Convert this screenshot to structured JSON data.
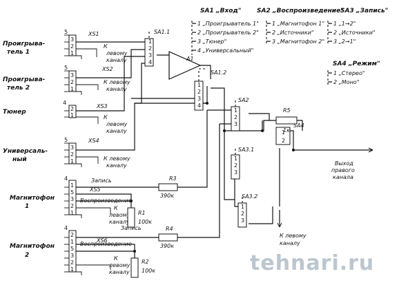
{
  "sources": {
    "player1": "Проигрыватель 1",
    "player2": "Проигрыватель 2",
    "tuner": "Тюнер",
    "universal": "Универсальный",
    "tape1": "Магнитофон 1",
    "tape2": "Магнитофон 2"
  },
  "connectors": {
    "xs1": "XS1",
    "xs2": "XS2",
    "xs3": "XS3",
    "xs4": "XS4",
    "xs5": "XS5",
    "xs6": "XS6"
  },
  "left_channel": "К левому каналу",
  "record": "Запись",
  "playback": "Воспроизведение",
  "switches": {
    "sa1_1": "SA1.1",
    "sa1_2": "SA1.2",
    "sa2": "SA2",
    "sa3_1": "SA3.1",
    "sa3_2": "SA3.2",
    "sa4": "SA4"
  },
  "amplifier": "A1",
  "resistors": {
    "r1": "R1",
    "r1_val": "100к",
    "r2": "R2",
    "r2_val": "100к",
    "r3": "R3",
    "r3_val": "390к",
    "r4": "R4",
    "r4_val": "390к",
    "r5": "R5",
    "r5_val": "1к"
  },
  "output": "Выход правого канала",
  "legend": {
    "sa1_title": "SA1 „Вход\"",
    "sa1_items": [
      "1 „Проигрыватель 1\"",
      "2 „Проигрыватель 2\"",
      "3 „Тюнер\"",
      "4 „Универсальный\""
    ],
    "sa2_title": "SA2 „Воспроизведение\"",
    "sa2_items": [
      "1 „Магнитофон 1\"",
      "2 „Источники\"",
      "3 „Магнитофон 2\""
    ],
    "sa3_title": "SA3 „Запись\"",
    "sa3_items": [
      "1 „1→2\"",
      "2 „Источники\"",
      "3 „2→1\""
    ],
    "sa4_title": "SA4 „Режим\"",
    "sa4_items": [
      "1 „Стерео\"",
      "2 „Моно\""
    ]
  },
  "watermark": "tehnari.ru"
}
